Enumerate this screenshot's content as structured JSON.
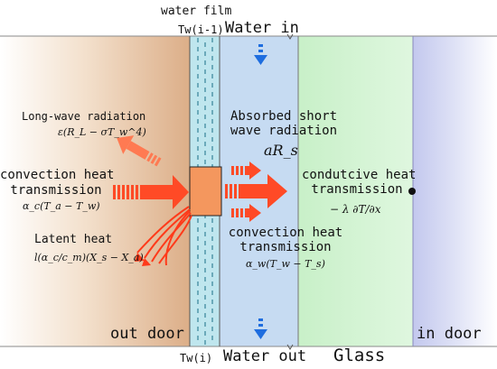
{
  "labels": {
    "water_film": "water film",
    "tw_top": "Tw(i-1)",
    "water_in": "Water in",
    "tw_bottom": "Tw(i)",
    "water_out": "Water out",
    "glass": "Glass",
    "out_door": "out door",
    "in_door": "in door",
    "longwave_title": "Long-wave radiation",
    "longwave_formula": "ε(R_L − σT_w^4)",
    "conv_heat_left_1": "convection heat",
    "conv_heat_left_2": "transmission",
    "conv_formula_left": "α_c(T_a − T_w)",
    "latent_title": "Latent heat",
    "latent_formula": "l(α_c/c_m)(X_s − X_a)",
    "absorbed_1": "Absorbed short",
    "absorbed_2": "wave radiation",
    "absorbed_formula": "aR_s",
    "conv_heat_right_1": "convection heat",
    "conv_heat_right_2": "transmission",
    "conv_formula_right": "α_w(T_w − T_s)",
    "conductive_1": "condutcive heat",
    "conductive_2": "transmission",
    "conductive_formula": "− λ ∂T/∂x"
  },
  "colors": {
    "outdoor_grad_start": "#dcae88",
    "film": "#bfe6ee",
    "film_dash": "#1a6e86",
    "water": "#c6dbf2",
    "glass": "#c8f0c8",
    "indoor": "#c8cdee",
    "arrow_red": "#ff4a26",
    "arrow_orange": "#ff7a52",
    "control_volume": "#f4975e",
    "flow_arrow": "#1e6ddf"
  }
}
